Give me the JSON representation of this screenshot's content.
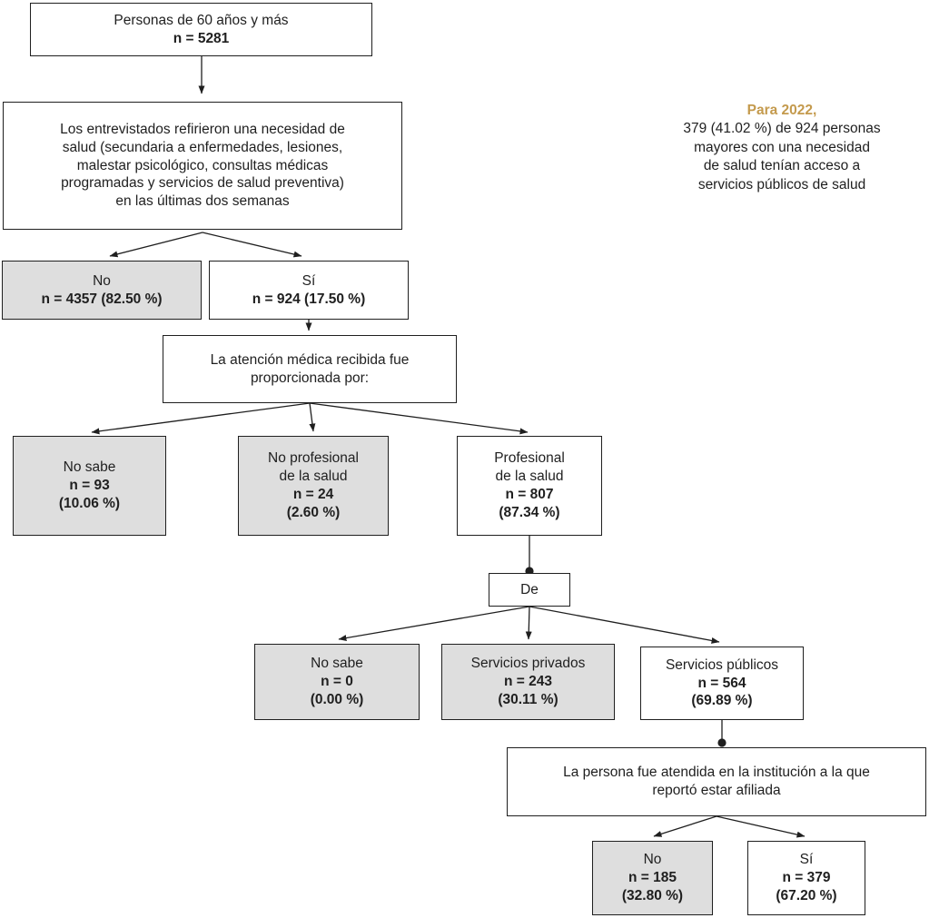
{
  "colors": {
    "accent_gold": "#C49A4D",
    "node_gray_fill": "#DEDEDE",
    "ink": "#1F1F1F"
  },
  "annotation": {
    "title": "Para 2022,",
    "lines": [
      "379 (41.02 %) de 924 personas",
      "mayores con una necesidad",
      "de salud tenían acceso a",
      "servicios públicos de salud"
    ]
  },
  "nodes": {
    "root": {
      "label": "Personas de 60 años y más",
      "n": "n = 5281"
    },
    "need": {
      "lines": [
        "Los entrevistados refirieron una necesidad de",
        "salud (secundaria a enfermedades, lesiones,",
        "malestar psicológico, consultas médicas",
        "programadas y servicios de salud preventiva)",
        "en las últimas dos semanas"
      ]
    },
    "no_need": {
      "label": "No",
      "n": "n = 4357 (82.50 %)"
    },
    "yes_need": {
      "label": "Sí",
      "n": "n = 924 (17.50 %)"
    },
    "care": {
      "lines": [
        "La atención médica recibida fue",
        "proporcionada por:"
      ]
    },
    "provider_unknown": {
      "label": "No sabe",
      "n": "n = 93",
      "pct": "(10.06 %)"
    },
    "provider_nonprofessional": {
      "label_lines": [
        "No profesional",
        "de la salud"
      ],
      "n": "n = 24",
      "pct": "(2.60 %)"
    },
    "provider_professional": {
      "label_lines": [
        "Profesional",
        "de la salud"
      ],
      "n": "n = 807",
      "pct": "(87.34 %)"
    },
    "de": {
      "label": "De"
    },
    "source_unknown": {
      "label": "No sabe",
      "n": "n = 0",
      "pct": "(0.00 %)"
    },
    "private_services": {
      "label": "Servicios privados",
      "n": "n = 243",
      "pct": "(30.11 %)"
    },
    "public_services": {
      "label": "Servicios públicos",
      "n": "n = 564",
      "pct": "(69.89 %)"
    },
    "institution": {
      "lines": [
        "La persona fue atendida en la institución a la que",
        "reportó estar afiliada"
      ]
    },
    "not_affiliated": {
      "label": "No",
      "n": "n = 185",
      "pct": "(32.80 %)"
    },
    "affiliated": {
      "label": "Sí",
      "n": "n = 379",
      "pct": "(67.20 %)"
    }
  }
}
